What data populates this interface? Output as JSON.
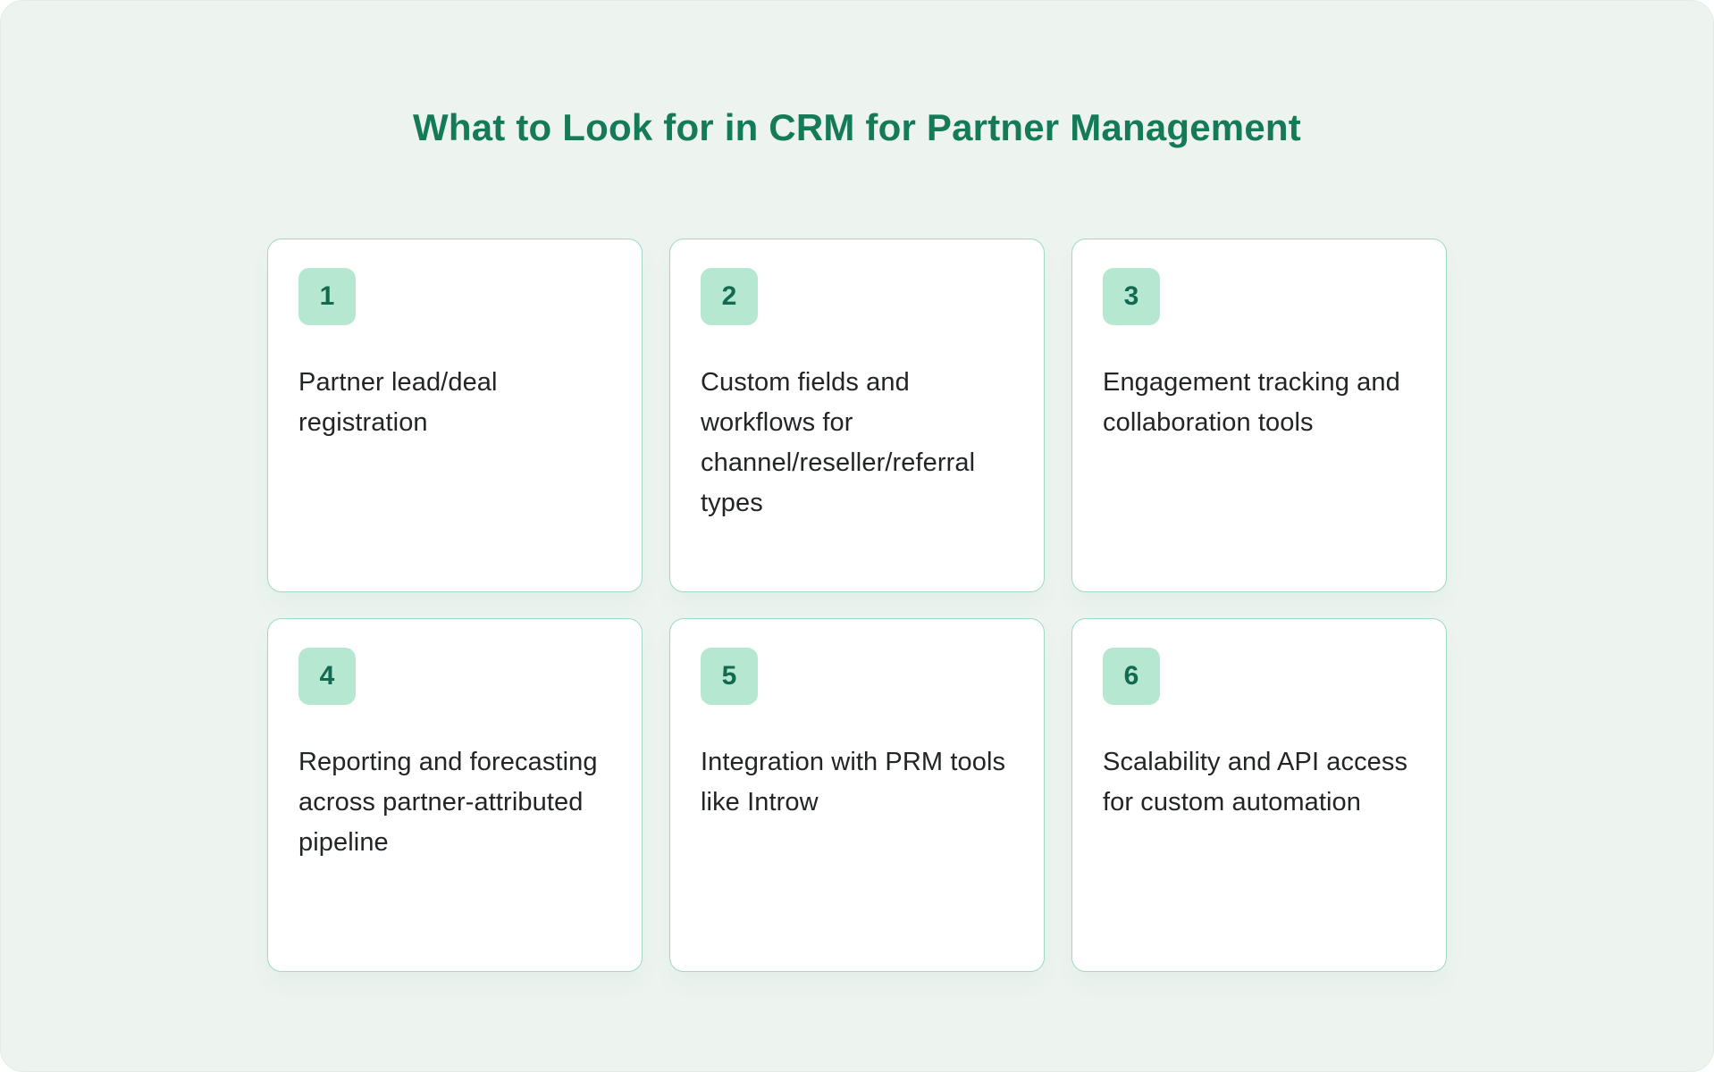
{
  "page": {
    "title": "What to Look for in CRM for Partner Management"
  },
  "cards": [
    {
      "number": "1",
      "text": "Partner lead/deal registration"
    },
    {
      "number": "2",
      "text": "Custom fields and workflows for channel/reseller/referral types"
    },
    {
      "number": "3",
      "text": "Engagement tracking and collaboration tools"
    },
    {
      "number": "4",
      "text": "Reporting and forecasting across partner-attributed pipeline"
    },
    {
      "number": "5",
      "text": "Integration with PRM tools like Introw"
    },
    {
      "number": "6",
      "text": "Scalability and API access for custom automation"
    }
  ],
  "colors": {
    "background": "#edf4f0",
    "card_background": "#ffffff",
    "card_border": "#9fd9c0",
    "badge_background": "#b5e7d1",
    "badge_text": "#136a50",
    "title": "#157a58",
    "body_text": "#222426"
  }
}
